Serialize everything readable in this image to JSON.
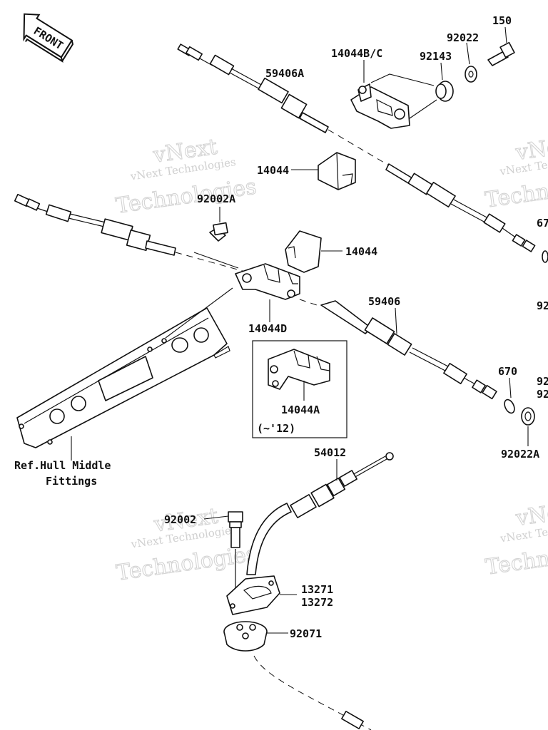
{
  "diagram": {
    "front_badge": "FRONT",
    "labels": {
      "p150": "150",
      "p92022": "92022",
      "p14044bc": "14044B/C",
      "p92143": "92143",
      "p59406a": "59406A",
      "p14044_top": "14044",
      "p92002a": "92002A",
      "p14044_mid": "14044",
      "p14044d": "14044D",
      "p59406": "59406",
      "p14044a": "14044A",
      "p14044a_note": "(~'12)",
      "p670": "670",
      "p92022a": "92022A",
      "p54012": "54012",
      "p92002": "92002",
      "p13271": "13271",
      "p13272": "13272",
      "p92071": "92071",
      "ref_line1": "Ref.Hull Middle",
      "ref_line2": "Fittings",
      "cut_67": "67",
      "cut_92a": "92",
      "cut_92b": "92",
      "cut_92c": "92"
    },
    "watermark": {
      "line1": "vNext Technologies",
      "line2": "Technologies",
      "line_top": "vNext",
      "cut_line1": "vNext Te",
      "cut_line2": "Techn"
    }
  }
}
